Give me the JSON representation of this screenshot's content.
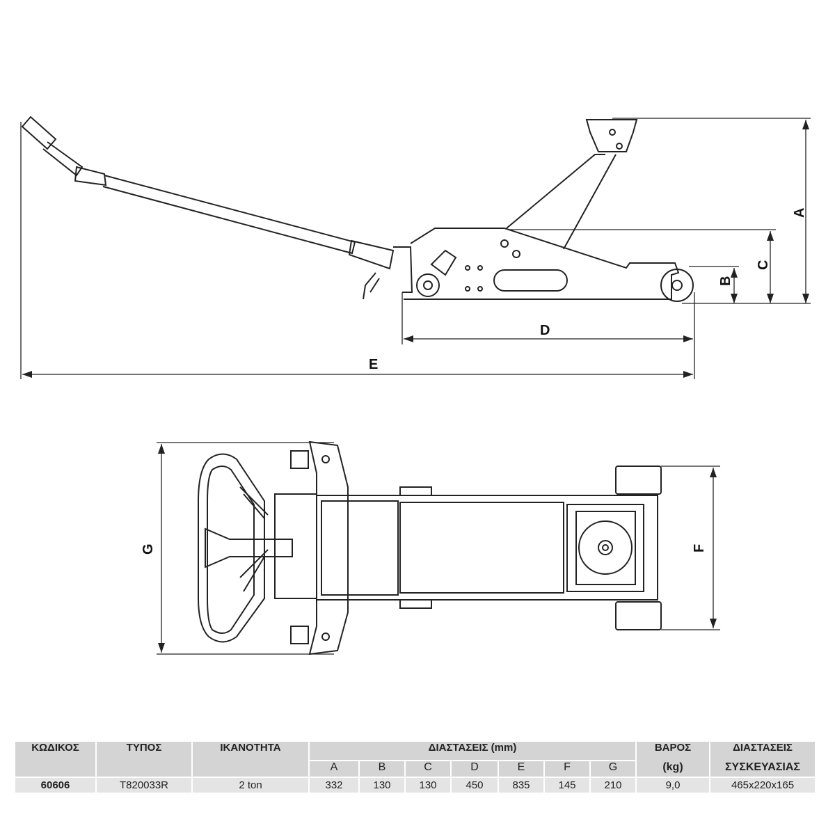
{
  "labels": {
    "A": "A",
    "B": "B",
    "C": "C",
    "D": "D",
    "E": "E",
    "F": "F",
    "G": "G"
  },
  "table": {
    "headers": {
      "code": "ΚΩΔΙΚΟΣ",
      "type": "ΤΥΠΟΣ",
      "capacity": "ΙΚΑΝΟΤΗΤΑ",
      "dimensions": "ΔΙΑΣΤΑΣΕΙΣ (mm)",
      "weight": "ΒΑΡΟΣ",
      "weight_unit": "(kg)",
      "package": "ΔΙΑΣΤΑΣΕΙΣ",
      "package2": "ΣΥΣΚΕΥΑΣΙΑΣ",
      "dim_cols": [
        "A",
        "B",
        "C",
        "D",
        "E",
        "F",
        "G"
      ]
    },
    "row": {
      "code": "60606",
      "type": "T820033R",
      "capacity": "2 ton",
      "dims": [
        "332",
        "130",
        "130",
        "450",
        "835",
        "145",
        "210"
      ],
      "weight": "9,0",
      "package": "465x220x165"
    }
  }
}
